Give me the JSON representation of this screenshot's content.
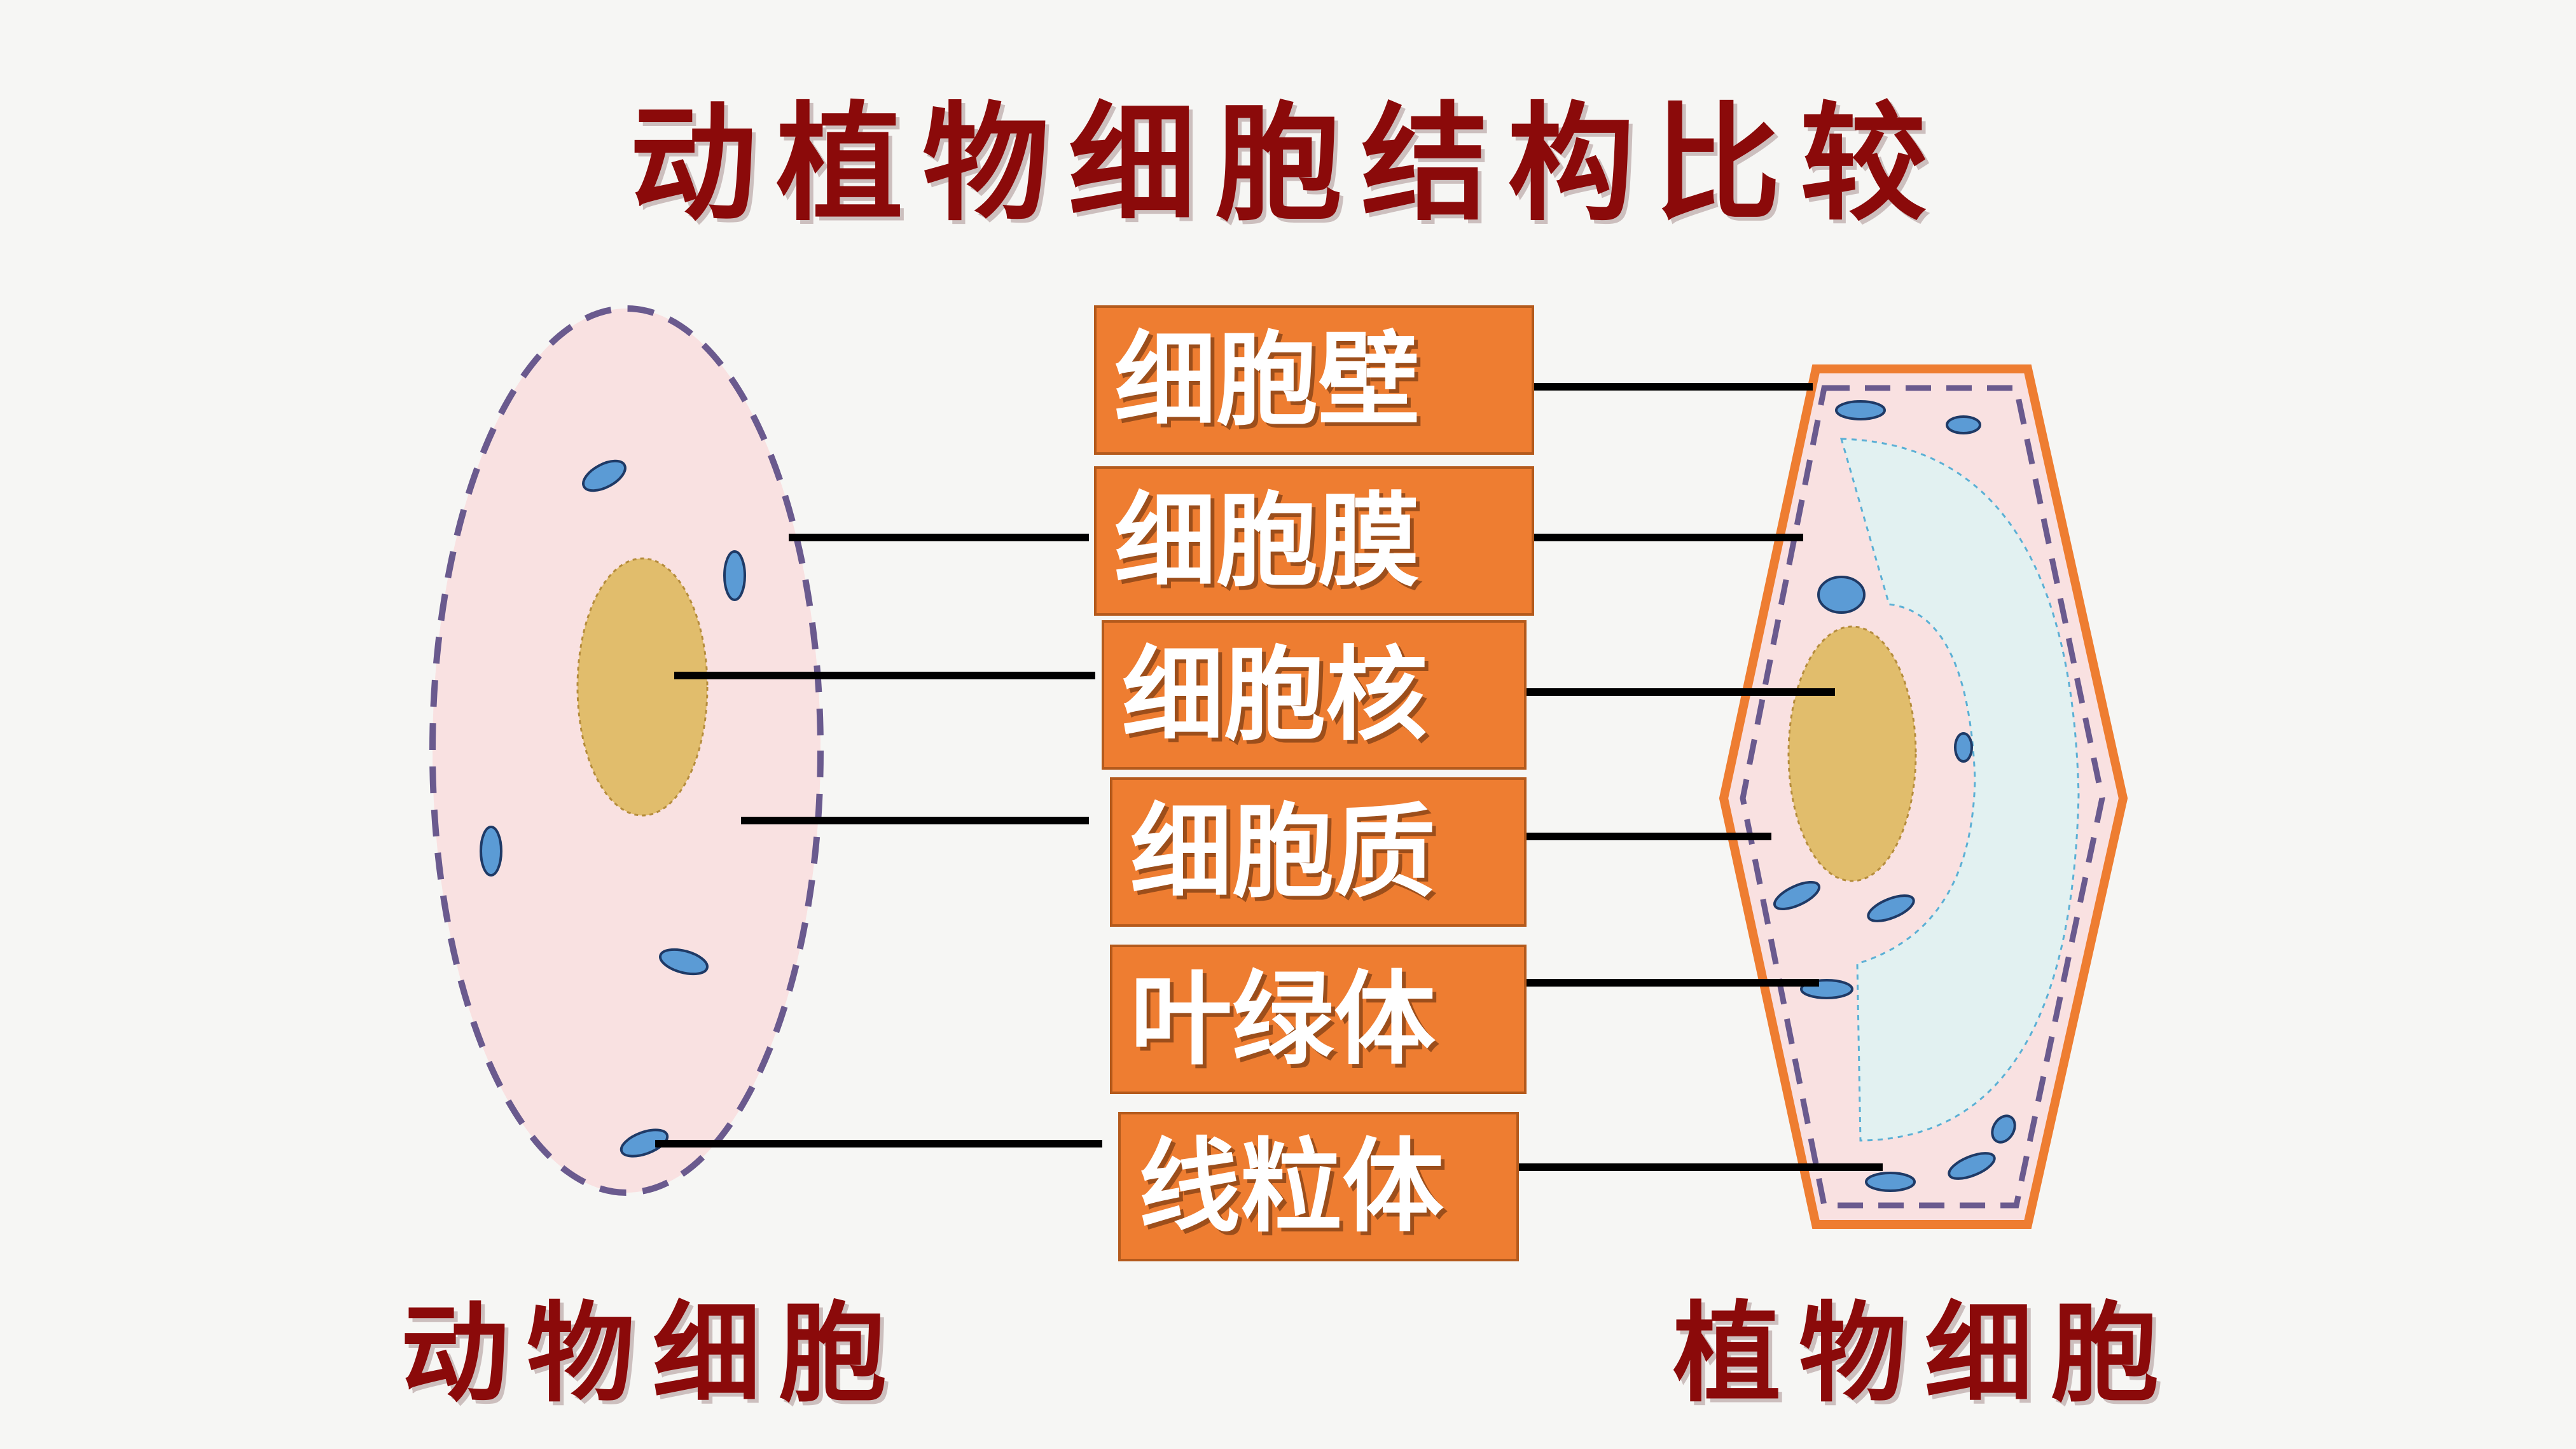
{
  "title": "动植物细胞结构比较",
  "labels": [
    "细胞壁",
    "细胞膜",
    "细胞核",
    "细胞质",
    "叶绿体",
    "线粒体"
  ],
  "captions": {
    "animal": "动物细胞",
    "plant": "植物细胞"
  },
  "colors": {
    "title": "#8b0a0a",
    "label_bg": "#ee7d31",
    "cell_fill": "#f9e1e1",
    "membrane_dash": "#6a5a8e",
    "nucleus": "#e1bd6c",
    "organelle": "#5b9bd5",
    "vacuole": "#e2f1f1",
    "cell_wall": "#ee7d31"
  }
}
